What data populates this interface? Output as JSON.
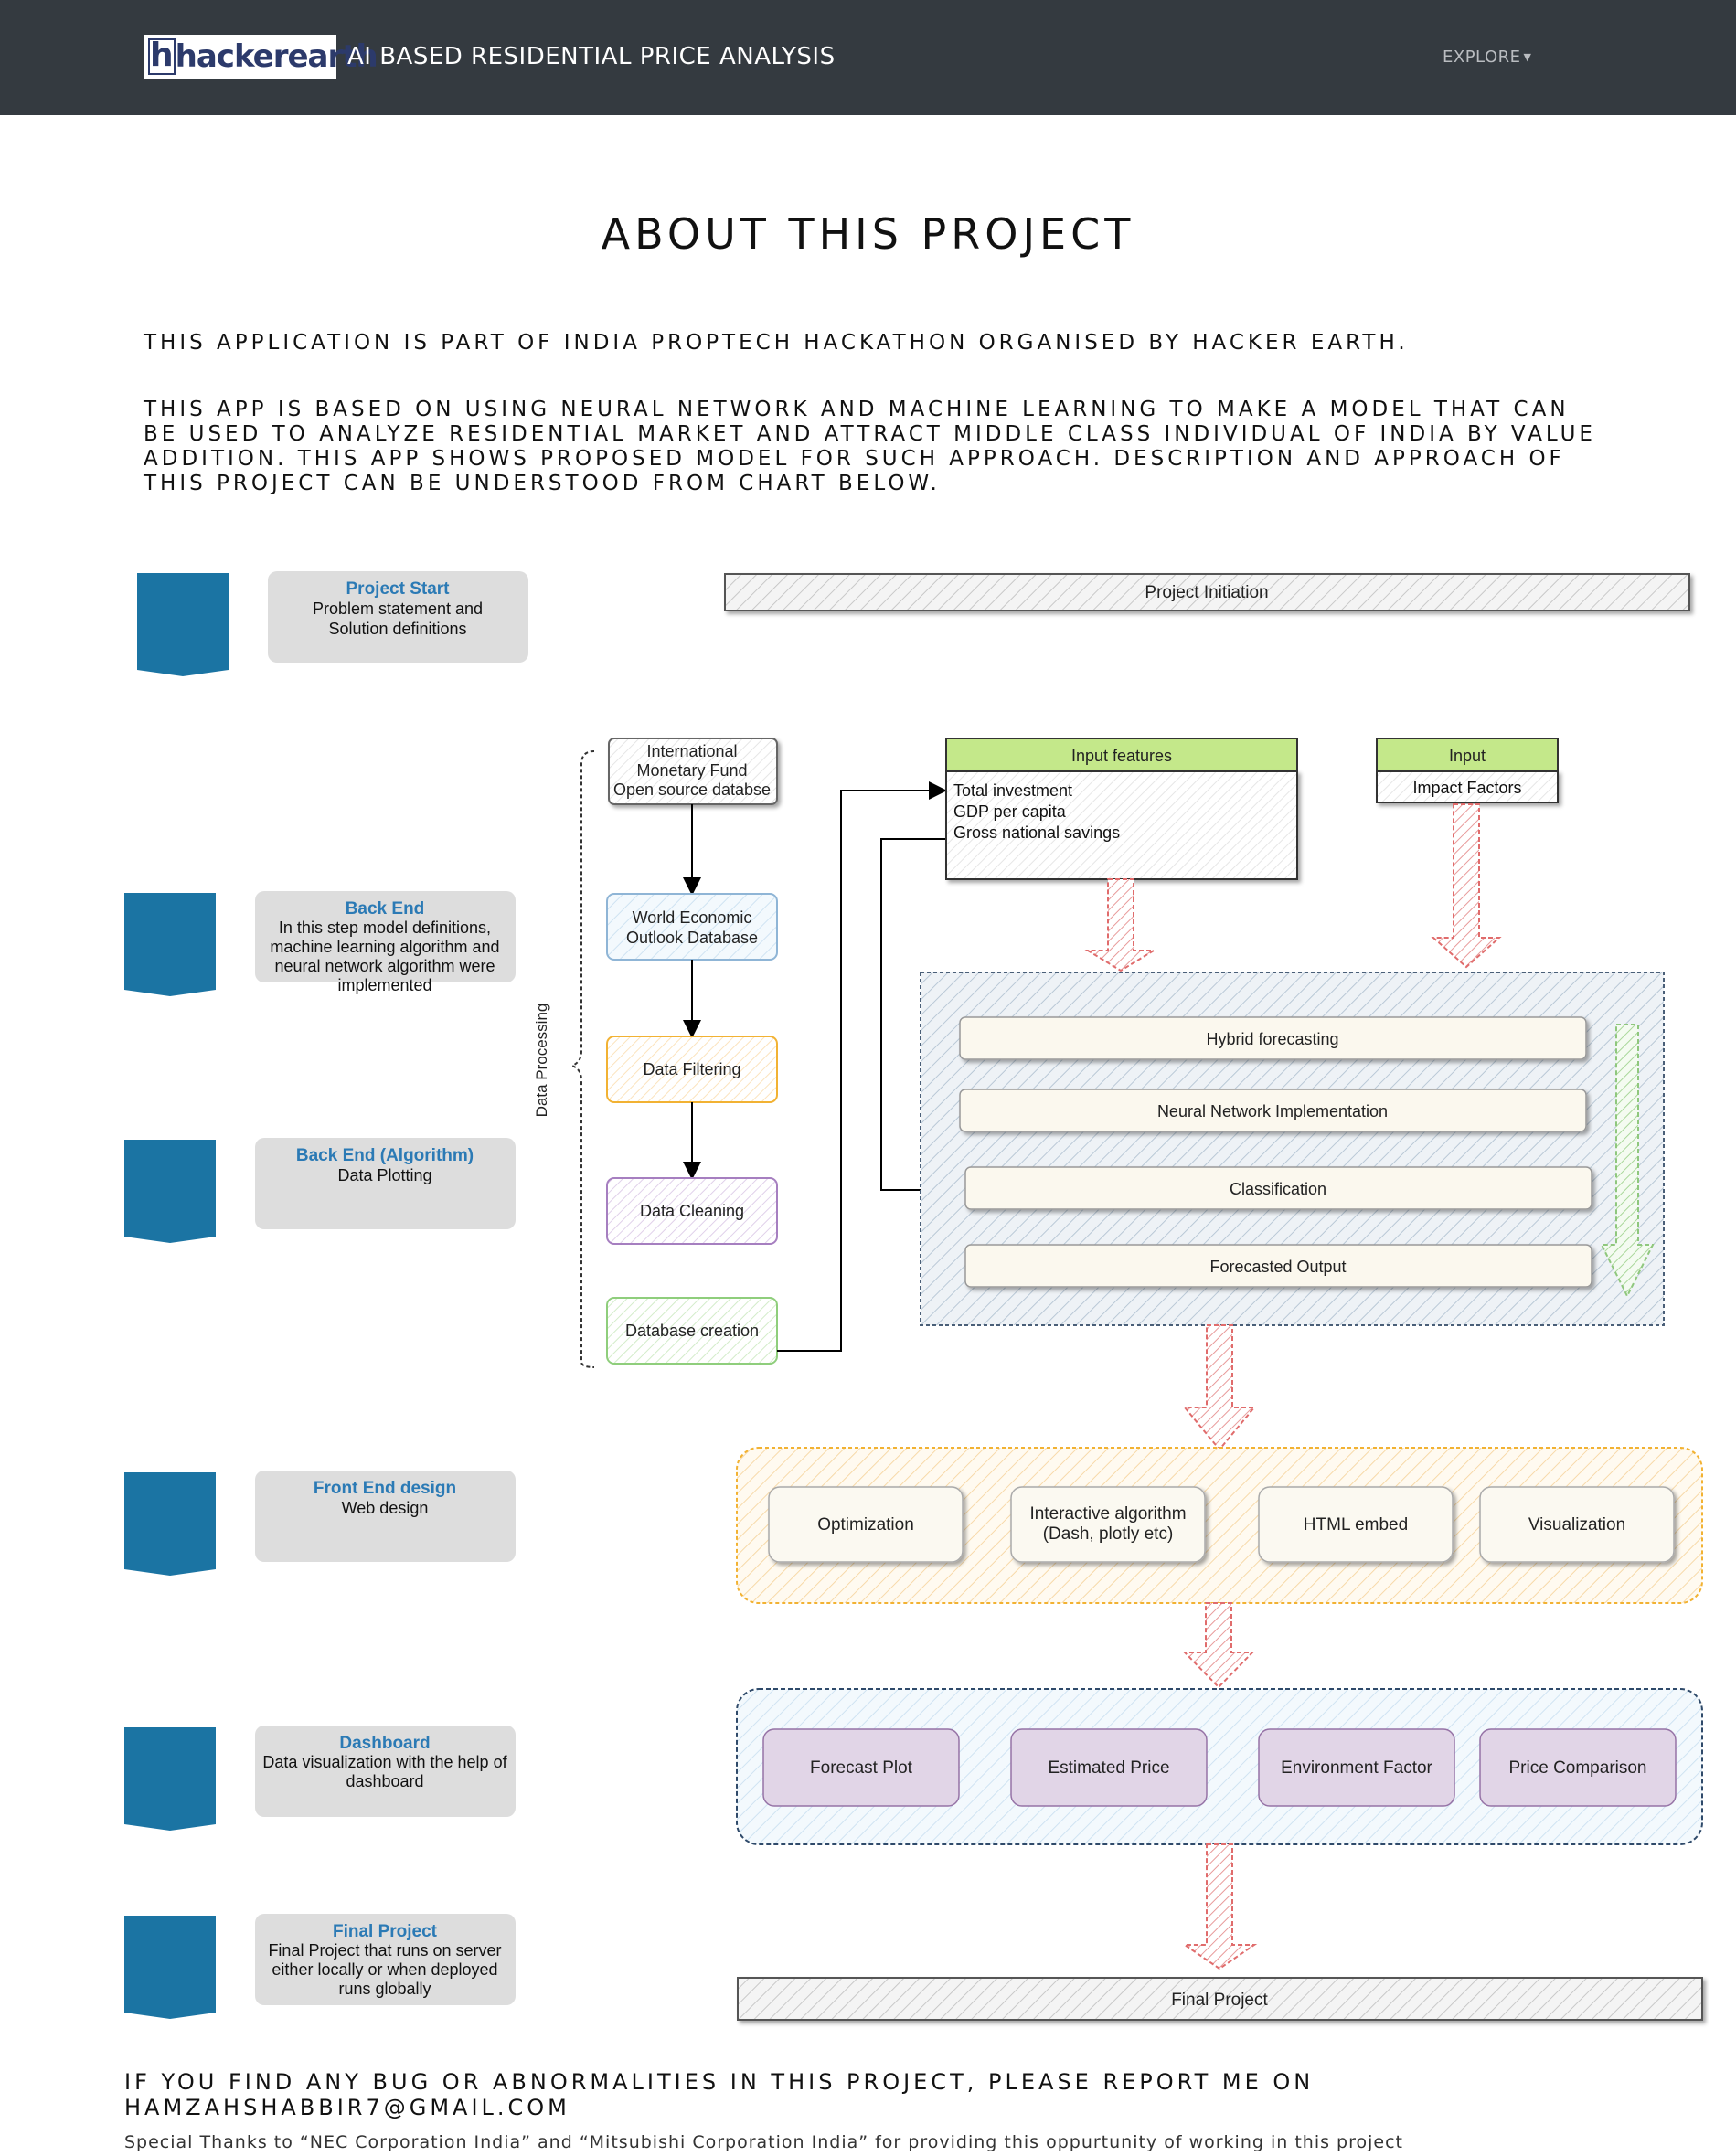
{
  "navbar": {
    "logo_text": "hackerearth",
    "title": "AI BASED RESIDENTIAL PRICE ANALYSIS",
    "explore_label": "EXPLORE"
  },
  "heading": "ABOUT THIS PROJECT",
  "paragraphs": {
    "p1": "THIS APPLICATION IS PART OF INDIA PROPTECH HACKATHON ORGANISED BY HACKER EARTH.",
    "p2": "THIS APP IS BASED ON USING NEURAL NETWORK AND MACHINE LEARNING TO MAKE A MODEL THAT CAN BE USED TO ANALYZE RESIDENTIAL MARKET AND ATTRACT MIDDLE CLASS INDIVIDUAL OF INDIA BY VALUE ADDITION. THIS APP SHOWS PROPOSED MODEL FOR SUCH APPROACH. DESCRIPTION AND APPROACH OF THIS PROJECT CAN BE UNDERSTOOD FROM CHART BELOW."
  },
  "diagram": {
    "stages": [
      {
        "title": "Project Start",
        "line1": "Problem statement and",
        "line2": "Solution definitions",
        "line3": "",
        "line4": ""
      },
      {
        "title": "Back End",
        "line1": "In this step model definitions,",
        "line2": "machine learning algorithm and",
        "line3": "neural network algorithm were",
        "line4": "implemented"
      },
      {
        "title": "Back End (Algorithm)",
        "line1": "Data Plotting",
        "line2": "",
        "line3": "",
        "line4": ""
      },
      {
        "title": "Front End design",
        "line1": "Web design",
        "line2": "",
        "line3": "",
        "line4": ""
      },
      {
        "title": "Dashboard",
        "line1": "Data visualization with the help of",
        "line2": "dashboard",
        "line3": "",
        "line4": ""
      },
      {
        "title": "Final Project",
        "line1": "Final Project that runs on server",
        "line2": "either locally or when deployed",
        "line3": "runs globally",
        "line4": ""
      }
    ],
    "project_initiation": "Project Initiation",
    "data_processing_label": "Data Processing",
    "imf": {
      "line1": "International",
      "line2": "Monetary Fund",
      "line3": "Open source databse"
    },
    "weo": {
      "line1": "World Economic",
      "line2": "Outlook Database"
    },
    "data_filtering": "Data Filtering",
    "data_cleaning": "Data Cleaning",
    "database_creation": "Database creation",
    "input_features": {
      "header": "Input features",
      "items": [
        "Total investment",
        "GDP per capita",
        "Gross national savings"
      ]
    },
    "input": {
      "header": "Input",
      "item": "Impact Factors"
    },
    "model_steps": [
      "Hybrid forecasting",
      "Neural Network Implementation",
      "Classification",
      "Forecasted Output"
    ],
    "frontend": {
      "optimization": "Optimization",
      "interactive_line1": "Interactive algorithm",
      "interactive_line2": "(Dash, plotly etc)",
      "html_embed": "HTML embed",
      "visualization": "Visualization"
    },
    "dashboard": [
      "Forecast Plot",
      "Estimated Price",
      "Environment Factor",
      "Price Comparison"
    ],
    "final_project": "Final Project"
  },
  "footer": {
    "report": "IF YOU FIND ANY BUG OR ABNORMALITIES IN THIS PROJECT, PLEASE REPORT ME ON HAMZAHSHABBIR7@GMAIL.COM",
    "thanks": "Special Thanks to “NEC Corporation India” and “Mitsubishi Corporation India” for providing this oppurtunity of working in this project"
  },
  "colors": {
    "navbar": "#343a40",
    "stage_icon": "#1b74a3",
    "stage_title": "#2b7ab5",
    "input_header": "#c4e88a",
    "dashboard_box": "#e1d5e7",
    "arrow_red": "#e06c6c",
    "arrow_green": "#8fc77d"
  }
}
